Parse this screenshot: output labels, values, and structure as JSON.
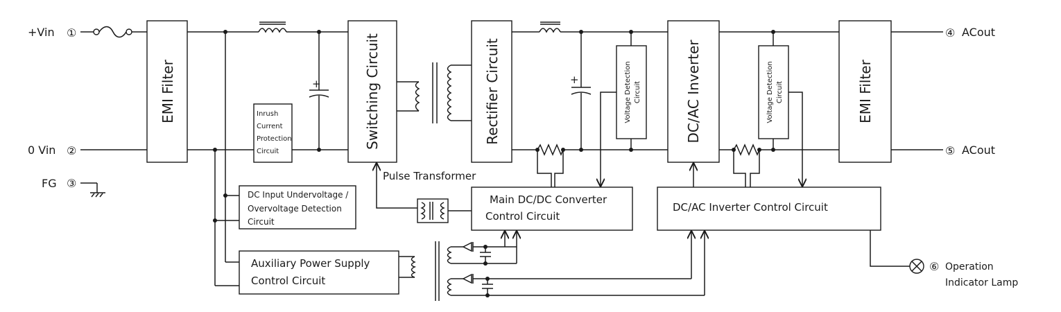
{
  "terminals": {
    "vin_plus": "+Vin",
    "vin_plus_num": "①",
    "vin_zero": "0 Vin",
    "vin_zero_num": "②",
    "fg": "FG",
    "fg_num": "③",
    "acout_top_num": "④",
    "acout_top": "ACout",
    "acout_bot_num": "⑤",
    "acout_bot": "ACout",
    "lamp_num": "⑥",
    "lamp_line1": "Operation",
    "lamp_line2": "Indicator Lamp"
  },
  "blocks": {
    "emi_filter_in": "EMI Filter",
    "inrush_line1": "Inrush",
    "inrush_line2": "Current",
    "inrush_line3": "Protection",
    "inrush_line4": "Circuit",
    "switching": "Switching Circuit",
    "rectifier": "Rectifier Circuit",
    "vdet1_line1": "Voltage Detection",
    "vdet1_line2": "Circuit",
    "dcac_inverter": "DC/AC Inverter",
    "vdet2_line1": "Voltage Detection",
    "vdet2_line2": "Circuit",
    "emi_filter_out": "EMI Filter",
    "dc_input_line1": "DC Input Undervoltage /",
    "dc_input_line2": "Overvoltage Detection",
    "dc_input_line3": "Circuit",
    "aux_line1": "Auxiliary Power Supply",
    "aux_line2": "Control Circuit",
    "main_dcdc_line1": "Main DC/DC Converter",
    "main_dcdc_line2": "Control Circuit",
    "inv_ctrl": "DC/AC Inverter Control Circuit",
    "pulse_transformer": "Pulse Transformer"
  },
  "symbols": {
    "cap1_plus": "+",
    "cap2_plus": "+"
  }
}
